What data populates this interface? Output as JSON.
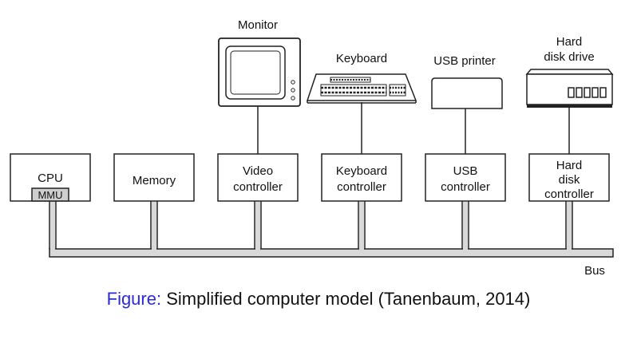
{
  "devices": {
    "monitor": "Monitor",
    "keyboard": "Keyboard",
    "usb_printer": "USB printer",
    "hard_disk_line1": "Hard",
    "hard_disk_line2": "disk drive"
  },
  "controllers": {
    "cpu": "CPU",
    "mmu": "MMU",
    "memory": "Memory",
    "video_line1": "Video",
    "video_line2": "controller",
    "keyboard_line1": "Keyboard",
    "keyboard_line2": "controller",
    "usb_line1": "USB",
    "usb_line2": "controller",
    "disk_line1": "Hard",
    "disk_line2": "disk",
    "disk_line3": "controller"
  },
  "bus_label": "Bus",
  "caption": {
    "prefix": "Figure:",
    "text": "Simplified computer model (Tanenbaum, 2014)"
  },
  "colors": {
    "caption_prefix": "#2b2bd6",
    "bus_fill": "#d9d9d9",
    "mmu_fill": "#cfcfcf"
  }
}
